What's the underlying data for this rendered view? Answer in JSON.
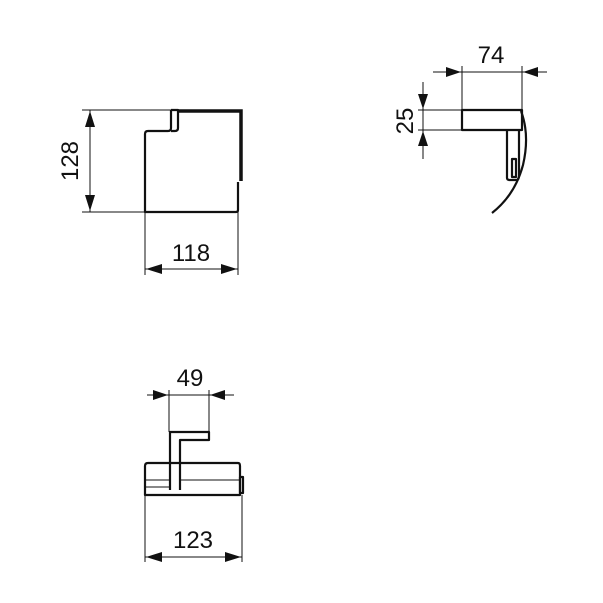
{
  "views": {
    "front": {
      "width_label": "118",
      "height_label": "128"
    },
    "side": {
      "depth_label": "74",
      "thickness_label": "25"
    },
    "top": {
      "arm_label": "49",
      "base_label": "123"
    }
  }
}
